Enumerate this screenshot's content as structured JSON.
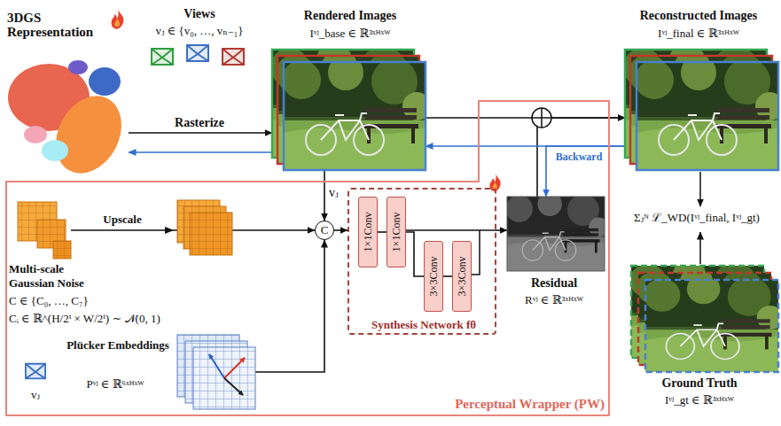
{
  "diagram": {
    "nodes": [
      {
        "text": [
          "3DGS Representation"
        ]
      },
      {
        "text": [
          "Rendered Images",
          "Iᵛʲ_base ∈ ℝ³ˣᴴˣᵂ"
        ]
      },
      {
        "text": [
          "Reconstructed Images",
          "Iᵛʲ_final ∈ ℝ³ˣᴴˣᵂ"
        ]
      },
      {
        "text": [
          "Perceptual Wrapper (PW)"
        ]
      },
      {
        "text": [
          "Multi-scale Gaussian Noise",
          "C ∈ {C₀, …, C₇}",
          "Cᵢ ∈ ℝ^(H/2ⁱ × W/2ⁱ) ∼ 𝒩(0, 1)"
        ],
        "in": 3
      },
      {
        "text": [
          "Plücker Embeddings",
          "Pᵛʲ ∈ ℝ⁶ˣᴴˣᵂ"
        ],
        "in": 3
      },
      {
        "text": [
          "C"
        ],
        "in": 3
      },
      {
        "text": [
          "Synthesis Network fθ"
        ],
        "in": 3
      },
      {
        "text": [
          "1×1Conv"
        ],
        "in": 7
      },
      {
        "text": [
          "1×1Conv"
        ],
        "in": 7
      },
      {
        "text": [
          "3×3Conv"
        ],
        "in": 7
      },
      {
        "text": [
          "3×3Conv"
        ],
        "in": 7
      },
      {
        "text": [
          "Residual",
          "Rᵛʲ ∈ ℝ³ˣᴴˣᵂ"
        ],
        "in": 3
      },
      {
        "text": [
          "Ground Truth",
          "Iᵛʲ_gt ∈ ℝ³ˣᴴˣᵂ"
        ]
      }
    ],
    "edges": [
      {
        "from": 0,
        "to": 1,
        "arrow": "to",
        "label": "Rasterize"
      },
      {
        "from": 1,
        "to": 0,
        "arrow": "to"
      },
      {
        "from": 1,
        "to": 6,
        "arrow": "to",
        "label": "vⱼ"
      },
      {
        "from": 4,
        "to": 6,
        "arrow": "to",
        "label": "Upscale"
      },
      {
        "from": 5,
        "to": 6,
        "arrow": "to"
      },
      {
        "from": 6,
        "to": 7,
        "arrow": "to"
      },
      {
        "from": 8,
        "to": 9,
        "arrow": "none"
      },
      {
        "from": 9,
        "to": 10,
        "arrow": "none"
      },
      {
        "from": 10,
        "to": 11,
        "arrow": "none"
      },
      {
        "from": 7,
        "to": 12,
        "arrow": "to"
      },
      {
        "from": 1,
        "to": 2,
        "arrow": "to"
      },
      {
        "from": 12,
        "to": 2,
        "arrow": "to"
      },
      {
        "from": 2,
        "to": 1,
        "arrow": "to"
      },
      {
        "from": 2,
        "to": 12,
        "arrow": "to"
      }
    ],
    "labels": [
      "Views",
      "vⱼ ∈ {v₀, …, vₙ₋₁}",
      "Backward",
      "Σⱼᴺ ℒ_WD(Iᵛʲ_final, Iᵛʲ_gt)",
      "vⱼ"
    ]
  }
}
